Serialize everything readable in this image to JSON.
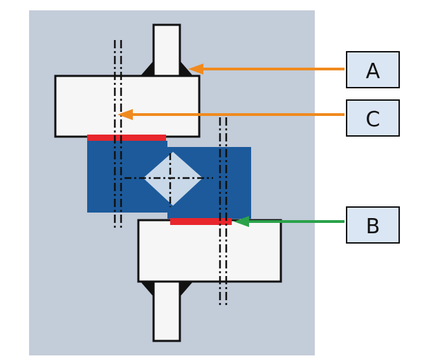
{
  "colors": {
    "background_panel": "#c3ccd9",
    "part_fill": "#f6f6f6",
    "outline": "#111111",
    "block_blue": "#1c5a9b",
    "gap_light": "#c9d8e8",
    "red_contact": "#e8262c",
    "arrow_orange": "#f08a1e",
    "arrow_green": "#2aa24a",
    "label_box_fill": "#dbe6f4"
  },
  "callouts": [
    {
      "id": "A",
      "label": "A",
      "arrow_color": "orange"
    },
    {
      "id": "C",
      "label": "C",
      "arrow_color": "orange"
    },
    {
      "id": "B",
      "label": "B",
      "arrow_color": "green"
    }
  ]
}
